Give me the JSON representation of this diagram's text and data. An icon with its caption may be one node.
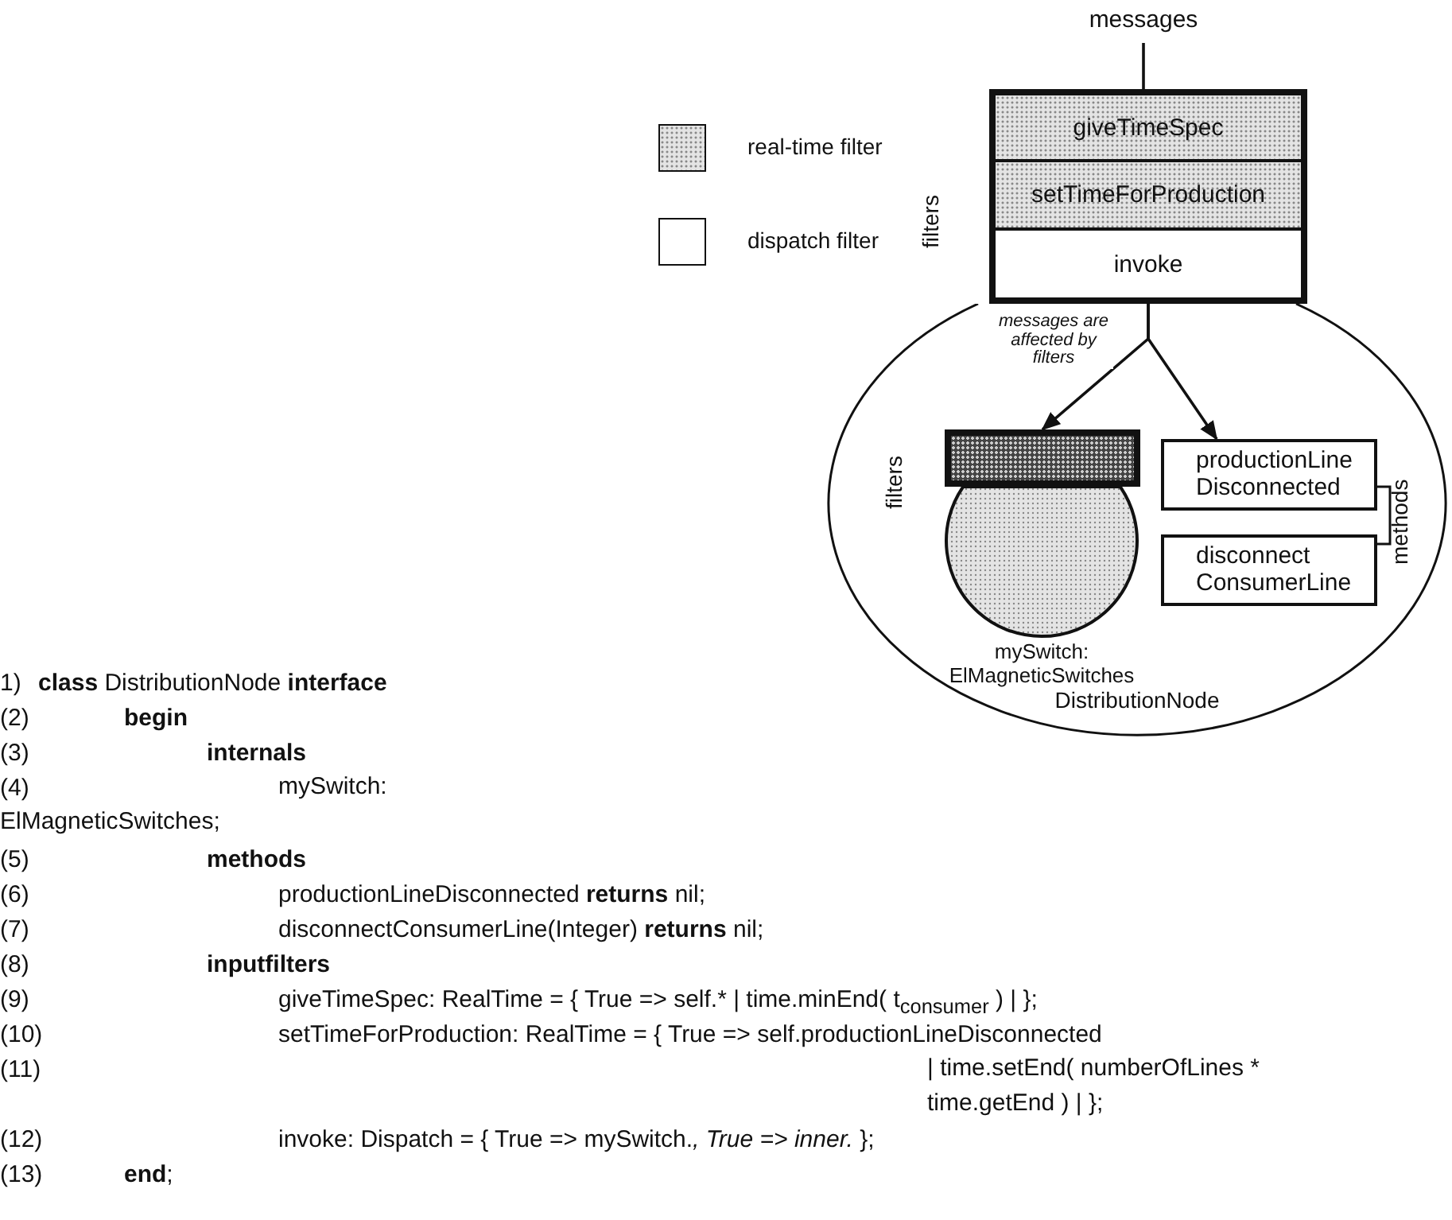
{
  "diagram": {
    "nodes": [
      {
        "text": [
          "messages"
        ]
      },
      {
        "text": [],
        "shape": "box"
      },
      {
        "text": [
          "giveTimeSpec"
        ],
        "in": 1
      },
      {
        "text": [
          "setTimeForProduction"
        ],
        "in": 1
      },
      {
        "text": [
          "invoke"
        ],
        "in": 1
      },
      {
        "text": [
          "DistributionNode"
        ]
      },
      {
        "text": [],
        "shape": "box",
        "in": 5
      },
      {
        "text": [
          "mySwitch: ElMagneticSwitches"
        ],
        "in": 5
      },
      {
        "text": [
          "productionLine Disconnected"
        ],
        "in": 5
      },
      {
        "text": [
          "disconnect ConsumerLine"
        ],
        "in": 5
      }
    ],
    "edges": [
      {
        "from": 0,
        "to": 1,
        "arrow": "none"
      },
      {
        "from": 1,
        "to": 6,
        "arrow": "to",
        "label": "messages are affected by filters"
      },
      {
        "from": 1,
        "to": 8,
        "arrow": "to"
      }
    ],
    "labels": [
      "filters",
      "filters",
      "methods",
      "1)",
      "**class** DistributionNode **interface**",
      "(2)",
      "begin",
      "(3)",
      "internals",
      "(4)",
      "mySwitch: ElMagneticSwitches;",
      "(5)",
      "methods",
      "(6)",
      "productionLineDisconnected **returns** nil;",
      "(7)",
      "disconnectConsumerLine(Integer) **returns** nil;",
      "(8)",
      "inputfilters",
      "(9)",
      "giveTimeSpec: RealTime = { True => self.* | time.minEnd( t$_{consumer}$ ) | };",
      "(10)",
      "setTimeForProduction: RealTime = { True => self.productionLineDisconnected",
      "(11)",
      "| time.setEnd( numberOfLines * time.getEnd ) | };",
      "(12)",
      "invoke: Dispatch = { True => mySwitch.*, True => inner.* };",
      "(13)",
      "**end**;"
    ],
    "legend": [
      {
        "text": "real-time filter",
        "color": "#e4e4e4"
      },
      {
        "text": "dispatch filter",
        "color": "#ffffff"
      }
    ]
  }
}
